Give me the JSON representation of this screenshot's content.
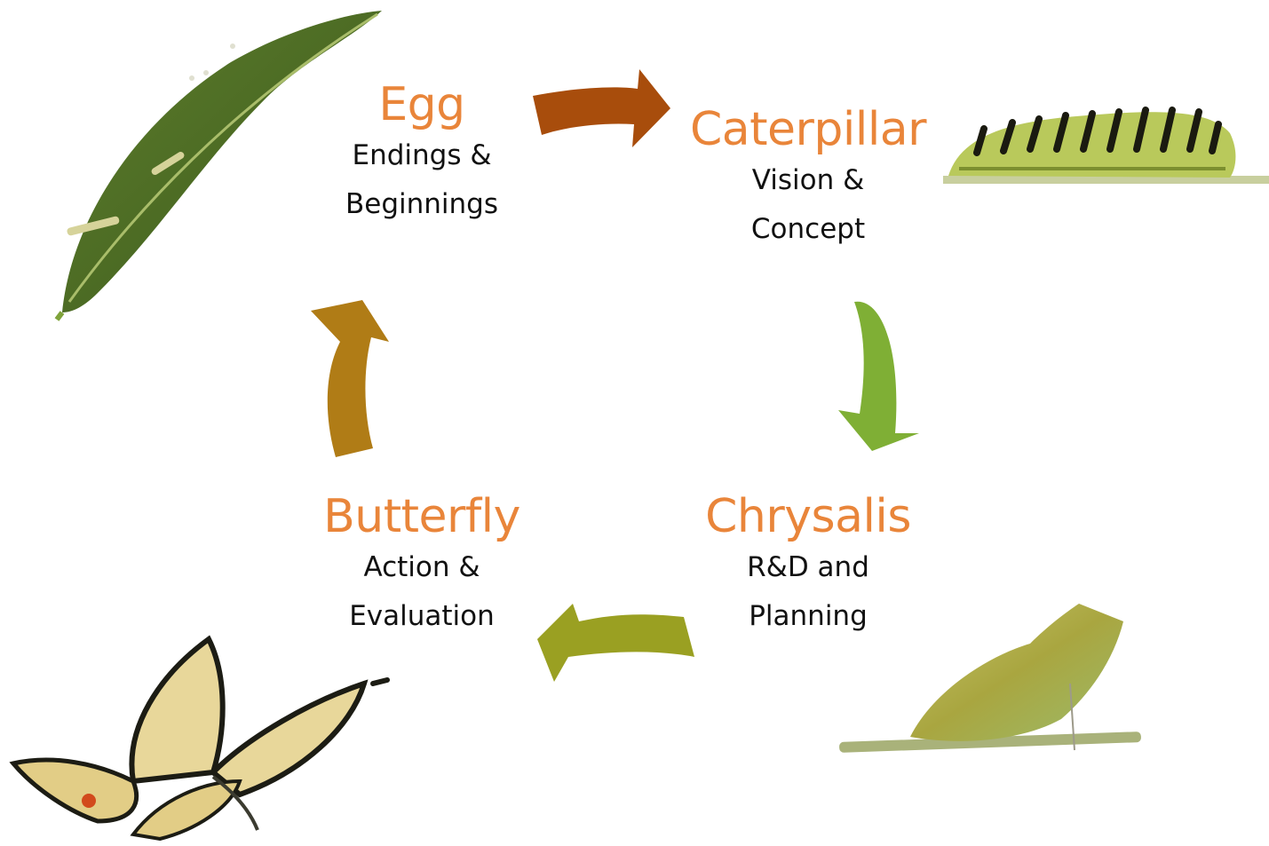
{
  "stages": [
    {
      "title": "Egg",
      "desc_line1": "Endings &",
      "desc_line2": "Beginnings"
    },
    {
      "title": "Caterpillar",
      "desc_line1": "Vision &",
      "desc_line2": "Concept"
    },
    {
      "title": "Chrysalis",
      "desc_line1": "R&D and",
      "desc_line2": "Planning"
    },
    {
      "title": "Butterfly",
      "desc_line1": "Action &",
      "desc_line2": "Evaluation"
    }
  ],
  "colors": {
    "title": "#e9853a",
    "text": "#111111",
    "arrow_egg_to_caterpillar": "#a84d0c",
    "arrow_caterpillar_to_chrysalis": "#7faf35",
    "arrow_chrysalis_to_butterfly": "#9aa022",
    "arrow_butterfly_to_egg": "#b07c16"
  },
  "icons": [
    "leaf-with-eggs-icon",
    "caterpillar-icon",
    "chrysalis-icon",
    "butterfly-icon"
  ]
}
